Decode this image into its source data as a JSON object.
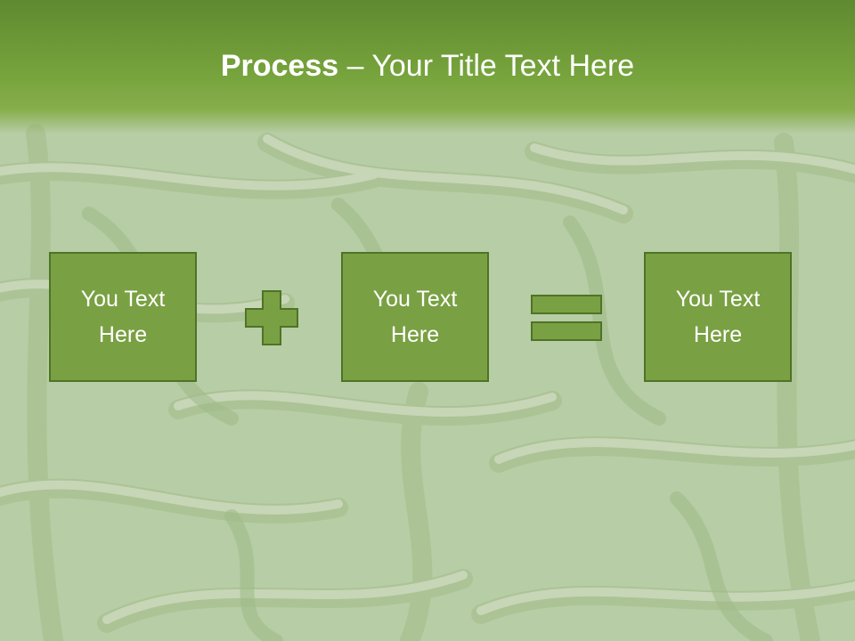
{
  "title": {
    "bold": "Process",
    "rest": " – Your Title Text Here"
  },
  "boxes": [
    {
      "text": "You Text\nHere"
    },
    {
      "text": "You Text\nHere"
    },
    {
      "text": "You Text\nHere"
    }
  ],
  "operators": [
    {
      "icon": "plus-icon"
    },
    {
      "icon": "equals-icon"
    }
  ],
  "colors": {
    "title_bar": "#76a33c",
    "box_fill": "#79a042",
    "box_border": "#4f7326",
    "background": "#b9cfa8"
  }
}
